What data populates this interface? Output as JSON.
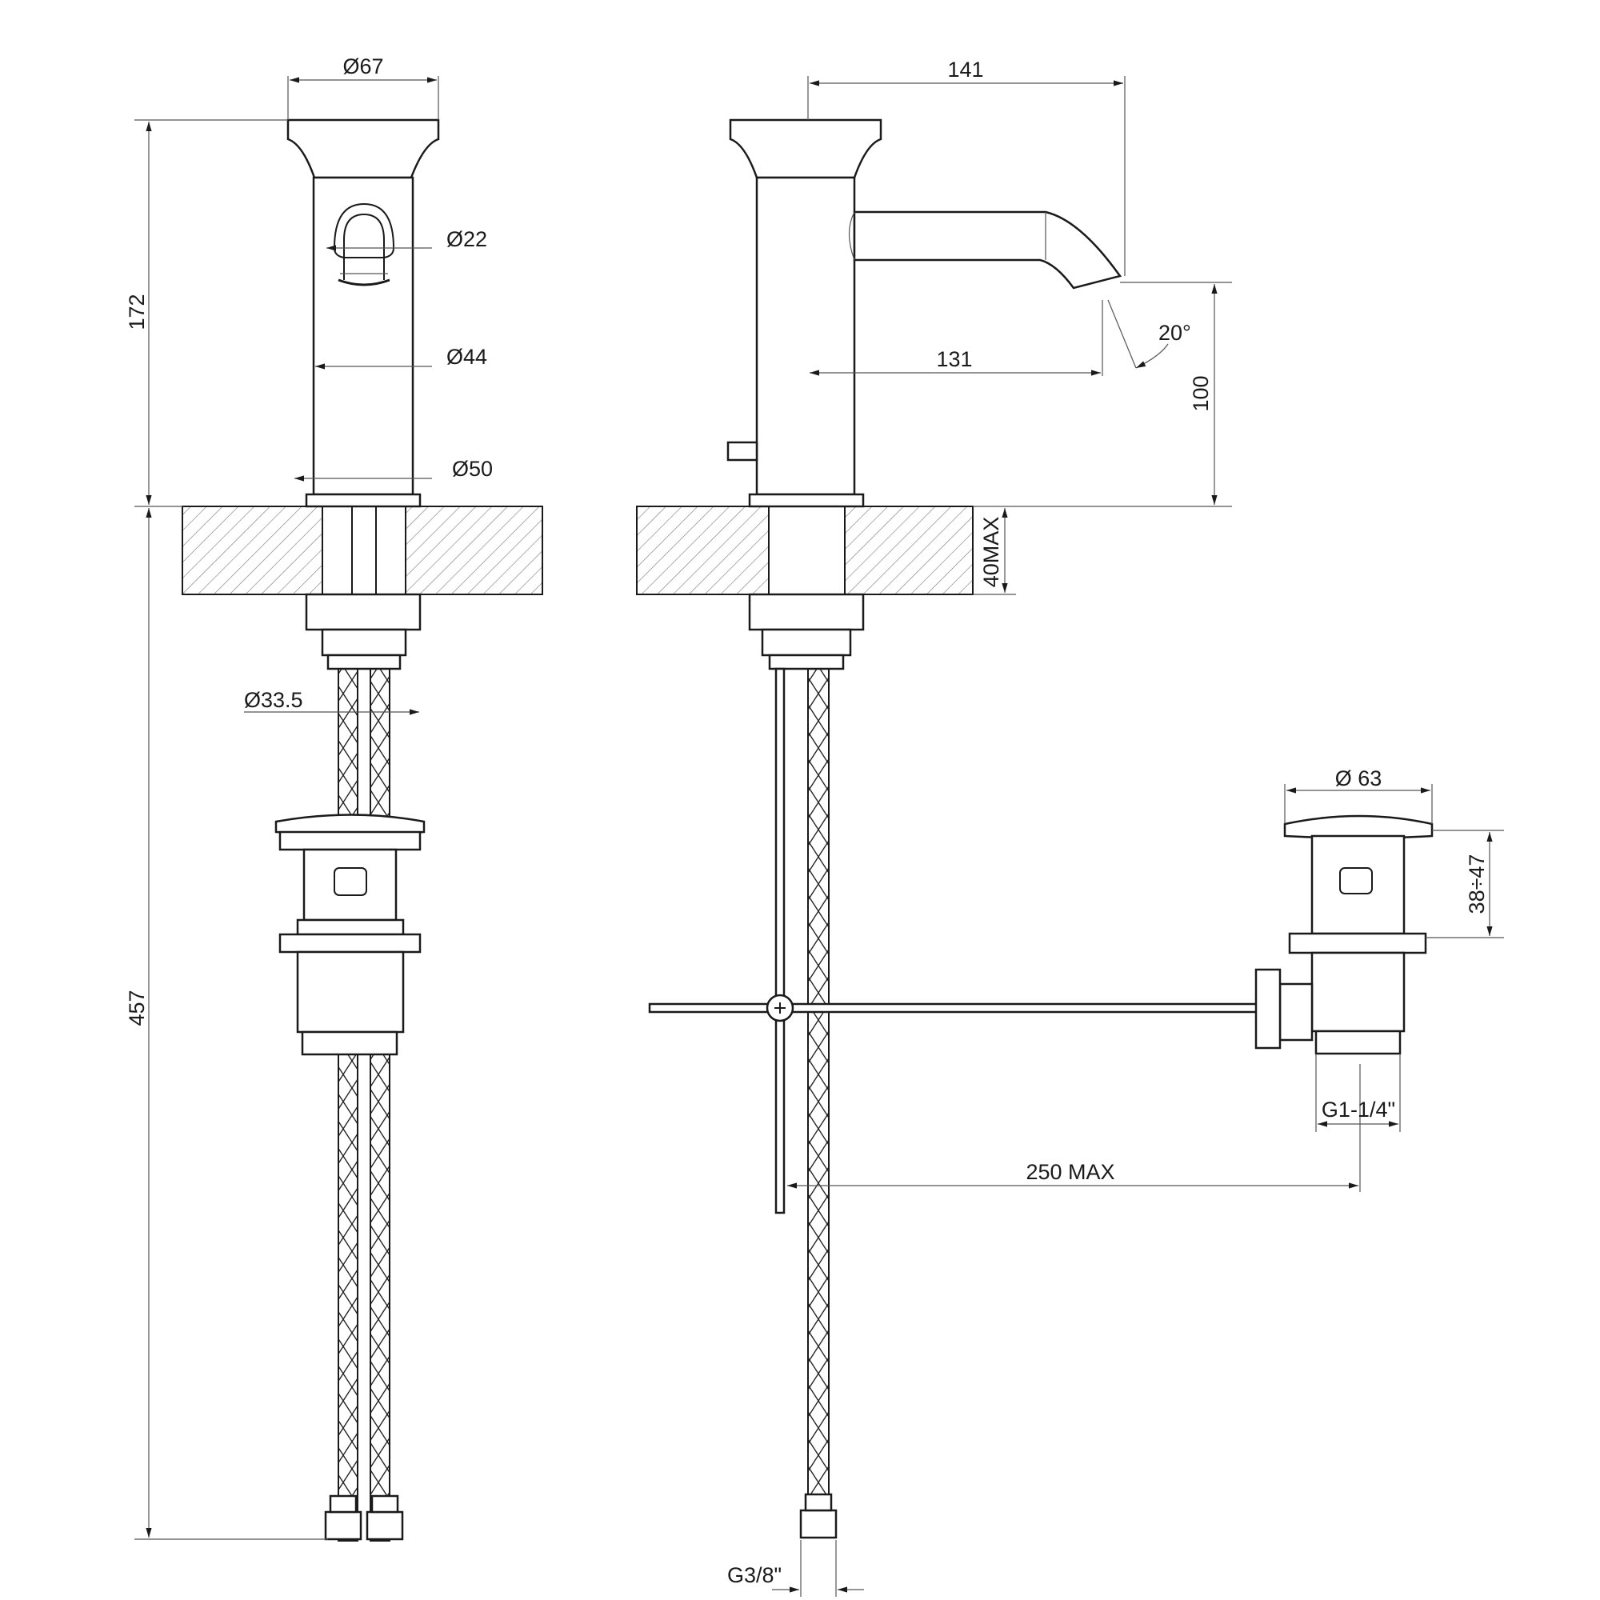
{
  "dimensions": {
    "d67": "Ø67",
    "d22": "Ø22",
    "d44": "Ø44",
    "d50": "Ø50",
    "d33_5": "Ø33.5",
    "d63": "Ø 63",
    "h172": "172",
    "h457": "457",
    "w141": "141",
    "w131": "131",
    "angle20": "20°",
    "h100": "100",
    "max40": "40MAX",
    "range38_47": "38÷47",
    "thread_g114": "G1-1/4\"",
    "rod250": "250 MAX",
    "thread_g38": "G3/8\""
  }
}
